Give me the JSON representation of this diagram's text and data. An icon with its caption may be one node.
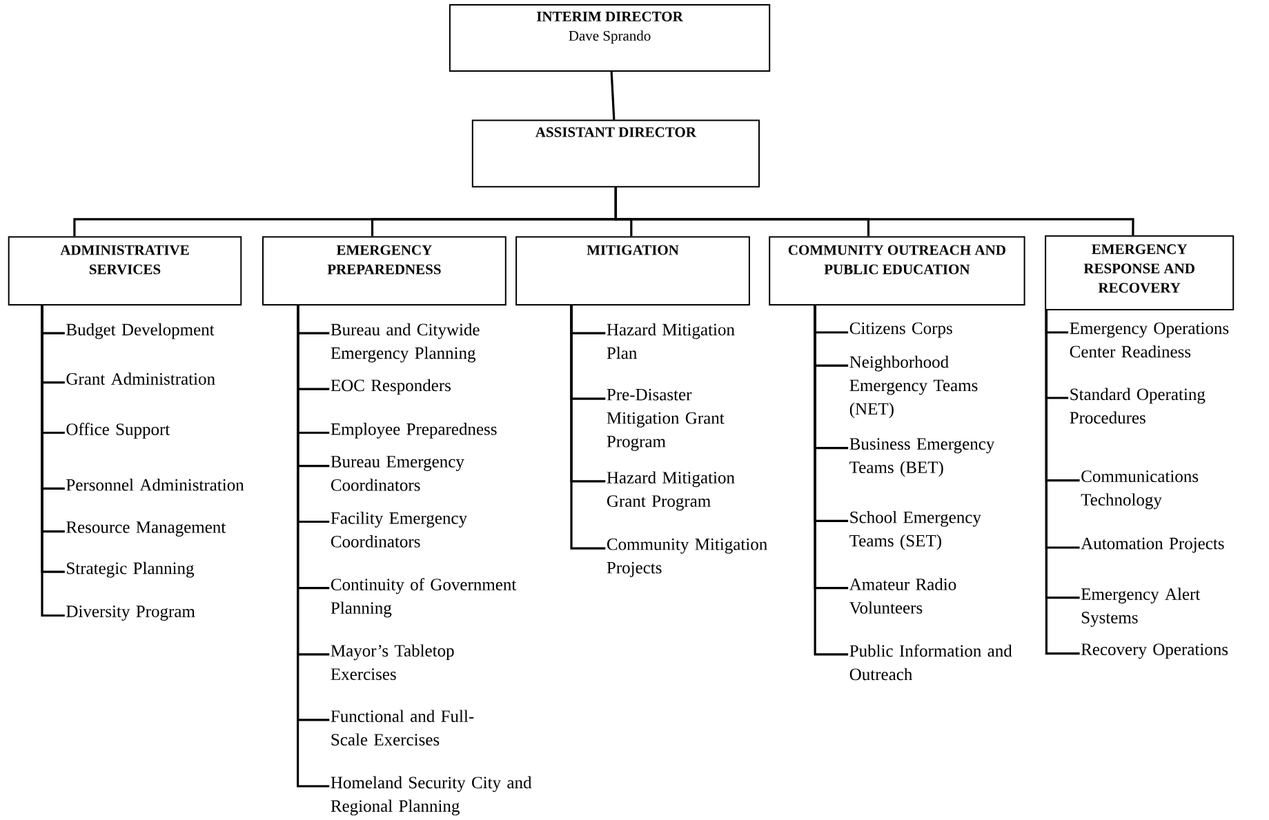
{
  "diagram": {
    "nodes": [
      {
        "text": [
          "INTERIM DIRECTOR",
          "Dave Sprando"
        ]
      },
      {
        "text": [
          "ASSISTANT DIRECTOR"
        ]
      },
      {
        "text": [
          "ADMINISTRATIVE SERVICES"
        ]
      },
      {
        "text": [
          "EMERGENCY PREPAREDNESS"
        ]
      },
      {
        "text": [
          "MITIGATION"
        ]
      },
      {
        "text": [
          "COMMUNITY OUTREACH AND PUBLIC EDUCATION"
        ]
      },
      {
        "text": [
          "EMERGENCY RESPONSE AND RECOVERY"
        ]
      },
      {
        "text": [
          "Budget Development"
        ]
      },
      {
        "text": [
          "Grant Administration"
        ]
      },
      {
        "text": [
          "Office Support"
        ]
      },
      {
        "text": [
          "Personnel Administration"
        ]
      },
      {
        "text": [
          "Resource Management"
        ]
      },
      {
        "text": [
          "Strategic Planning"
        ]
      },
      {
        "text": [
          "Diversity Program"
        ]
      },
      {
        "text": [
          "Bureau and Citywide Emergency Planning"
        ]
      },
      {
        "text": [
          "EOC Responders"
        ]
      },
      {
        "text": [
          "Employee Preparedness"
        ]
      },
      {
        "text": [
          "Bureau Emergency Coordinators"
        ]
      },
      {
        "text": [
          "Facility Emergency Coordinators"
        ]
      },
      {
        "text": [
          "Continuity of Government Planning"
        ]
      },
      {
        "text": [
          "Mayor’s Tabletop Exercises"
        ]
      },
      {
        "text": [
          "Functional and Full-Scale Exercises"
        ]
      },
      {
        "text": [
          "Homeland Security City and Regional Planning"
        ]
      },
      {
        "text": [
          "Hazard Mitigation Plan"
        ]
      },
      {
        "text": [
          "Pre-Disaster Mitigation Grant Program"
        ]
      },
      {
        "text": [
          "Hazard Mitigation Grant Program"
        ]
      },
      {
        "text": [
          "Community Mitigation Projects"
        ]
      },
      {
        "text": [
          "Citizens Corps"
        ]
      },
      {
        "text": [
          "Neighborhood Emergency Teams (NET)"
        ]
      },
      {
        "text": [
          "Business Emergency Teams (BET)"
        ]
      },
      {
        "text": [
          "School Emergency Teams (SET)"
        ]
      },
      {
        "text": [
          "Amateur Radio Volunteers"
        ]
      },
      {
        "text": [
          "Public Information and Outreach"
        ]
      },
      {
        "text": [
          "Emergency Operations Center Readiness"
        ]
      },
      {
        "text": [
          "Standard Operating Procedures"
        ]
      },
      {
        "text": [
          "Communications Technology"
        ]
      },
      {
        "text": [
          "Automation Projects"
        ]
      },
      {
        "text": [
          "Emergency Alert Systems"
        ]
      },
      {
        "text": [
          "Recovery Operations"
        ]
      }
    ],
    "edges": [
      {
        "from": 0,
        "to": 1,
        "arrow": "none"
      },
      {
        "from": 1,
        "to": 2,
        "arrow": "none"
      },
      {
        "from": 1,
        "to": 3,
        "arrow": "none"
      },
      {
        "from": 1,
        "to": 4,
        "arrow": "none"
      },
      {
        "from": 1,
        "to": 5,
        "arrow": "none"
      },
      {
        "from": 1,
        "to": 6,
        "arrow": "none"
      },
      {
        "from": 2,
        "to": 7,
        "arrow": "none"
      },
      {
        "from": 2,
        "to": 8,
        "arrow": "none"
      },
      {
        "from": 2,
        "to": 9,
        "arrow": "none"
      },
      {
        "from": 2,
        "to": 10,
        "arrow": "none"
      },
      {
        "from": 2,
        "to": 11,
        "arrow": "none"
      },
      {
        "from": 2,
        "to": 12,
        "arrow": "none"
      },
      {
        "from": 2,
        "to": 13,
        "arrow": "none"
      },
      {
        "from": 3,
        "to": 14,
        "arrow": "none"
      },
      {
        "from": 3,
        "to": 15,
        "arrow": "none"
      },
      {
        "from": 3,
        "to": 16,
        "arrow": "none"
      },
      {
        "from": 3,
        "to": 17,
        "arrow": "none"
      },
      {
        "from": 3,
        "to": 18,
        "arrow": "none"
      },
      {
        "from": 3,
        "to": 19,
        "arrow": "none"
      },
      {
        "from": 3,
        "to": 20,
        "arrow": "none"
      },
      {
        "from": 3,
        "to": 21,
        "arrow": "none"
      },
      {
        "from": 3,
        "to": 22,
        "arrow": "none"
      },
      {
        "from": 4,
        "to": 23,
        "arrow": "none"
      },
      {
        "from": 4,
        "to": 24,
        "arrow": "none"
      },
      {
        "from": 4,
        "to": 25,
        "arrow": "none"
      },
      {
        "from": 4,
        "to": 26,
        "arrow": "none"
      },
      {
        "from": 5,
        "to": 27,
        "arrow": "none"
      },
      {
        "from": 5,
        "to": 28,
        "arrow": "none"
      },
      {
        "from": 5,
        "to": 29,
        "arrow": "none"
      },
      {
        "from": 5,
        "to": 30,
        "arrow": "none"
      },
      {
        "from": 5,
        "to": 31,
        "arrow": "none"
      },
      {
        "from": 5,
        "to": 32,
        "arrow": "none"
      },
      {
        "from": 6,
        "to": 33,
        "arrow": "none"
      },
      {
        "from": 6,
        "to": 34,
        "arrow": "none"
      },
      {
        "from": 6,
        "to": 35,
        "arrow": "none"
      },
      {
        "from": 6,
        "to": 36,
        "arrow": "none"
      },
      {
        "from": 6,
        "to": 37,
        "arrow": "none"
      },
      {
        "from": 6,
        "to": 38,
        "arrow": "none"
      }
    ]
  }
}
